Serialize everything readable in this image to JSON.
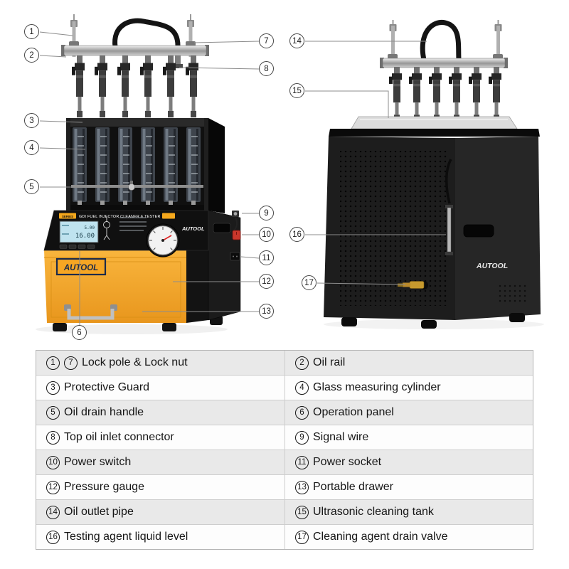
{
  "brand": {
    "name": "AUTOOL"
  },
  "panel": {
    "series_label": "SERIES",
    "title": "GDI FUEL INJECTOR CLEANER & TESTER",
    "lcd_line1": "5.00",
    "lcd_line2": "16.00"
  },
  "callouts": [
    "1",
    "2",
    "3",
    "4",
    "5",
    "6",
    "7",
    "8",
    "9",
    "10",
    "11",
    "12",
    "13",
    "14",
    "15",
    "16",
    "17"
  ],
  "table": {
    "rows": [
      {
        "left": {
          "nums": [
            "1",
            "7"
          ],
          "label": "Lock pole & Lock nut"
        },
        "right": {
          "nums": [
            "2"
          ],
          "label": "Oil rail"
        }
      },
      {
        "left": {
          "nums": [
            "3"
          ],
          "label": "Protective Guard"
        },
        "right": {
          "nums": [
            "4"
          ],
          "label": "Glass measuring cylinder"
        }
      },
      {
        "left": {
          "nums": [
            "5"
          ],
          "label": "Oil drain handle"
        },
        "right": {
          "nums": [
            "6"
          ],
          "label": "Operation panel"
        }
      },
      {
        "left": {
          "nums": [
            "8"
          ],
          "label": "Top oil inlet connector"
        },
        "right": {
          "nums": [
            "9"
          ],
          "label": "Signal wire"
        }
      },
      {
        "left": {
          "nums": [
            "10"
          ],
          "label": "Power switch"
        },
        "right": {
          "nums": [
            "11"
          ],
          "label": "Power socket"
        }
      },
      {
        "left": {
          "nums": [
            "12"
          ],
          "label": "Pressure gauge"
        },
        "right": {
          "nums": [
            "13"
          ],
          "label": "Portable drawer"
        }
      },
      {
        "left": {
          "nums": [
            "14"
          ],
          "label": "Oil outlet pipe"
        },
        "right": {
          "nums": [
            "15"
          ],
          "label": "Ultrasonic cleaning tank"
        }
      },
      {
        "left": {
          "nums": [
            "16"
          ],
          "label": "Testing agent liquid level"
        },
        "right": {
          "nums": [
            "17"
          ],
          "label": "Cleaning agent drain valve"
        }
      }
    ]
  }
}
